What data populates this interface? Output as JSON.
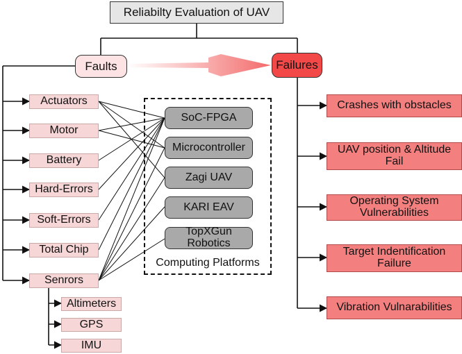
{
  "title": "Reliabilty Evaluation of UAV",
  "faults": {
    "label": "Faults",
    "items": [
      "Actuators",
      "Motor",
      "Battery",
      "Hard-Errors",
      "Soft-Errors",
      "Total Chip",
      "Senrors"
    ]
  },
  "sensors": [
    "Altimeters",
    "GPS",
    "IMU"
  ],
  "platforms": {
    "label": "Computing Platforms",
    "items": [
      "SoC-FPGA",
      "Microcontroller",
      "Zagi UAV",
      "KARI EAV",
      "TopXGun Robotics"
    ]
  },
  "failures": {
    "label": "Failures",
    "items": [
      "Crashes with obstacles",
      "UAV position & Altitude Fail",
      "Operating System Vulnerabilities",
      "Target Indentification Failure",
      "Vibration Vulnarabilities"
    ]
  },
  "colors": {
    "title_fill": "#e6e6e6",
    "faults_fill": "#fde3e3",
    "failures_fill": "#f24848",
    "fault_item_fill": "#f6d6d6",
    "platform_fill": "#a9a9a9",
    "failure_item_fill": "#f47f7f",
    "arrow": "#f25b5b"
  }
}
